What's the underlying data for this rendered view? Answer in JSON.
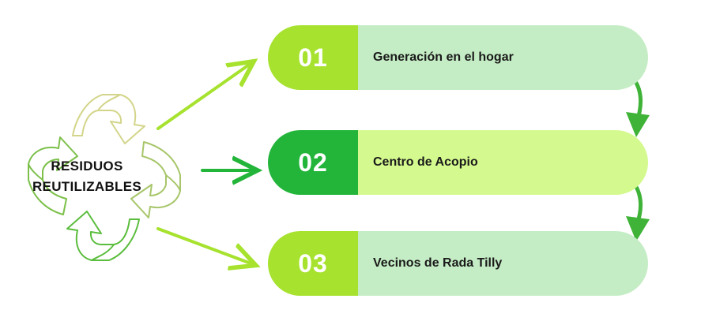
{
  "center": {
    "line1": "RESIDUOS",
    "line2": "REUTILIZABLES"
  },
  "steps": [
    {
      "number": "01",
      "label": "Generación en el hogar",
      "num_color": "#a6e22e",
      "label_color": "#c5edc5"
    },
    {
      "number": "02",
      "label": "Centro de Acopio",
      "num_color": "#22b53a",
      "label_color": "#d4fa8f"
    },
    {
      "number": "03",
      "label": "Vecinos de Rada Tilly",
      "num_color": "#a6e22e",
      "label_color": "#c5edc5"
    }
  ],
  "colors": {
    "arrow_lime": "#a6e22e",
    "arrow_green": "#22b53a",
    "flow_arrow": "#3fb338",
    "recycle_tan": "#d3d58a",
    "recycle_olive": "#a7c66a",
    "recycle_green": "#5bbd3d"
  },
  "icons": {
    "center": "recycle-icon"
  }
}
